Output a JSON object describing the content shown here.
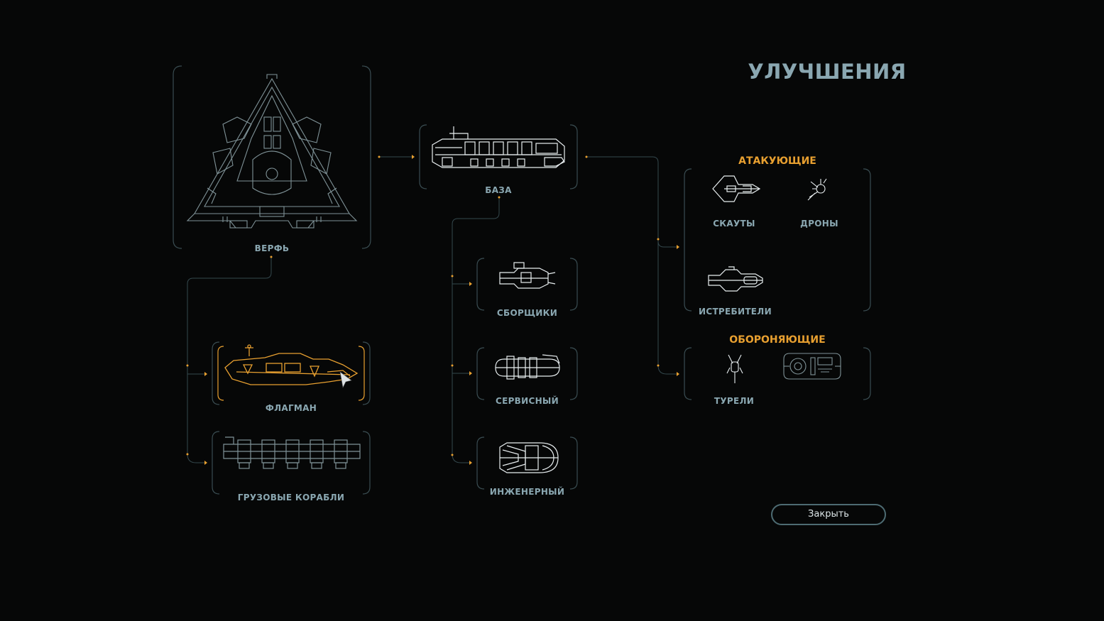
{
  "screen": {
    "title": "УЛУЧШЕНИЯ"
  },
  "tree": {
    "shipyard": {
      "label": "ВЕРФЬ"
    },
    "base": {
      "label": "БАЗА"
    },
    "flagship": {
      "label": "ФЛАГМАН",
      "selected": true
    },
    "cargo": {
      "label": "ГРУЗОВЫЕ КОРАБЛИ"
    },
    "assemblers": {
      "label": "СБОРЩИКИ"
    },
    "service": {
      "label": "СЕРВИСНЫЙ"
    },
    "engineer": {
      "label": "ИНЖЕНЕРНЫЙ"
    },
    "attacking": {
      "heading": "АТАКУЮЩИЕ",
      "scouts": {
        "label": "СКАУТЫ"
      },
      "drones": {
        "label": "ДРОНЫ"
      },
      "fighters": {
        "label": "ИСТРЕБИТЕЛИ"
      }
    },
    "defending": {
      "heading": "ОБОРОНЯЮЩИЕ",
      "turrets": {
        "label": "ТУРЕЛИ"
      }
    }
  },
  "footer": {
    "close_label": "Закрыть"
  },
  "colors": {
    "background": "#060707",
    "frame": "#3a4d52",
    "label": "#8aa7b1",
    "accent": "#e8a030",
    "ship_line": "#e8eef0"
  }
}
